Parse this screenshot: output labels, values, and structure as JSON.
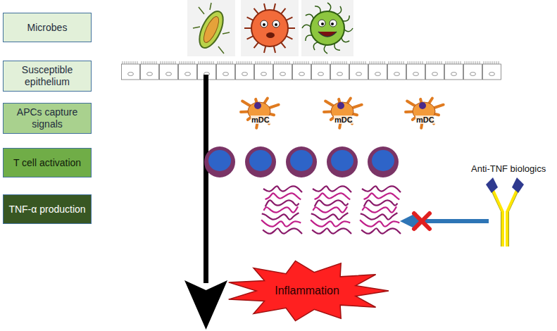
{
  "diagram": {
    "nodes": [
      {
        "text": [
          "Microbes"
        ]
      },
      {
        "text": [
          "Susceptible epithelium"
        ]
      },
      {
        "text": [
          "APCs capture signals"
        ]
      },
      {
        "text": [
          "T cell activation"
        ]
      },
      {
        "text": [
          "TNF-α production"
        ]
      },
      {
        "text": [
          "Inflammation"
        ]
      }
    ],
    "labels": [
      "mDC",
      "mDC",
      "mDC",
      "Anti-TNF biologics"
    ]
  }
}
